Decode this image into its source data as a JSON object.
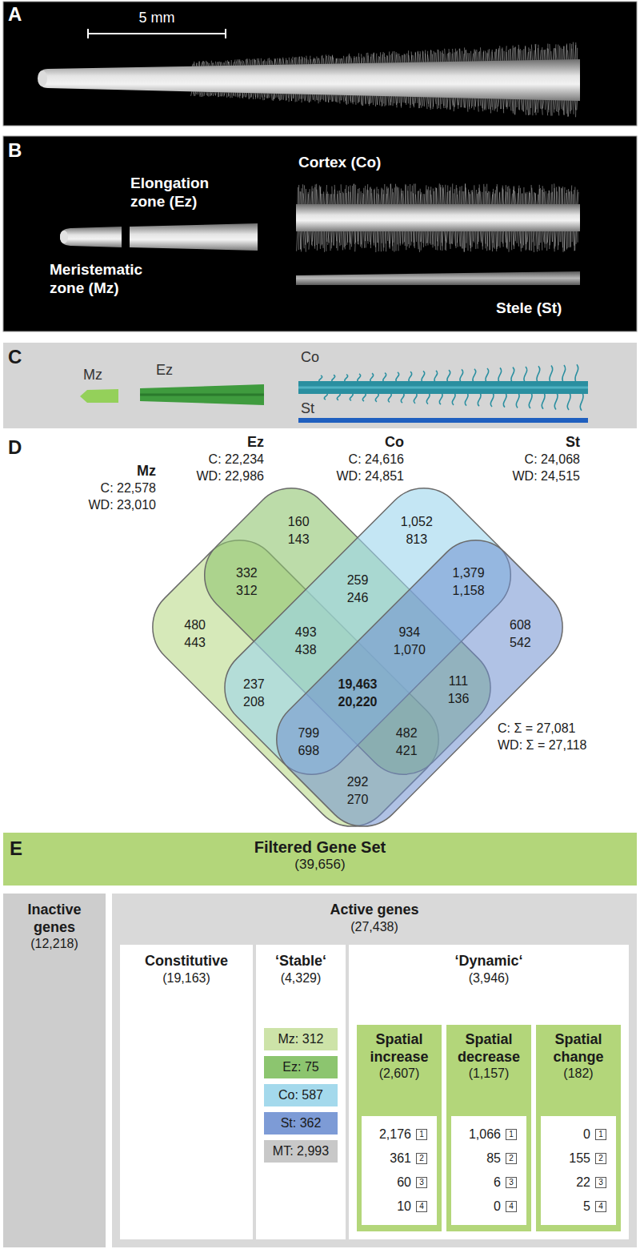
{
  "diagram": {
    "nodes": [
      {
        "text": [
          "Filtered Gene Set",
          "(39,656)"
        ]
      },
      {
        "text": [
          "Inactive genes",
          "(12,218)"
        ]
      },
      {
        "text": [
          "Active genes",
          "(27,438)"
        ]
      },
      {
        "text": [
          "Constitutive",
          "(19,163)"
        ],
        "in": 2
      },
      {
        "text": [
          "‘Stable‘",
          "(4,329)"
        ],
        "in": 2
      },
      {
        "text": [
          "Mz: 312"
        ],
        "in": 4
      },
      {
        "text": [
          "Ez: 75"
        ],
        "in": 4
      },
      {
        "text": [
          "Co: 587"
        ],
        "in": 4
      },
      {
        "text": [
          "St: 362"
        ],
        "in": 4
      },
      {
        "text": [
          "MT: 2,993"
        ],
        "in": 4
      },
      {
        "text": [
          "‘Dynamic‘",
          "(3,946)"
        ],
        "in": 2
      },
      {
        "text": [
          "Spatial increase",
          "(2,607)"
        ],
        "in": 10
      },
      {
        "text": [
          "2,176",
          "1",
          "361",
          "2",
          "60",
          "3",
          "10",
          "4"
        ],
        "in": 11
      },
      {
        "text": [
          "Spatial decrease",
          "(1,157)"
        ],
        "in": 10
      },
      {
        "text": [
          "1,066",
          "1",
          "85",
          "2",
          "6",
          "3",
          "0",
          "4"
        ],
        "in": 13
      },
      {
        "text": [
          "Spatial change",
          "(182)"
        ],
        "in": 10
      },
      {
        "text": [
          "0",
          "1",
          "155",
          "2",
          "22",
          "3",
          "5",
          "4"
        ],
        "in": 15
      }
    ],
    "labels": [
      "A",
      "5 mm",
      "B",
      "Elongation zone (Ez)",
      "Cortex (Co)",
      "Meristematic zone (Mz)",
      "Stele (St)",
      "C",
      "Mz",
      "Ez",
      "Co",
      "St",
      "D",
      "Mz",
      "C: 22,578",
      "WD: 23,010",
      "Ez",
      "C: 22,234",
      "WD: 22,986",
      "Co",
      "C: 24,616",
      "WD: 24,851",
      "St",
      "C: 24,068",
      "WD: 24,515",
      "160",
      "143",
      "1,052",
      "813",
      "332",
      "312",
      "259",
      "246",
      "1,379",
      "1,158",
      "480",
      "443",
      "493",
      "438",
      "934",
      "1,070",
      "608",
      "542",
      "237",
      "208",
      "19,463",
      "20,220",
      "111",
      "136",
      "799",
      "698",
      "482",
      "421",
      "C: Σ = 27,081",
      "WD: Σ = 27,118",
      "292",
      "270",
      "E"
    ]
  }
}
